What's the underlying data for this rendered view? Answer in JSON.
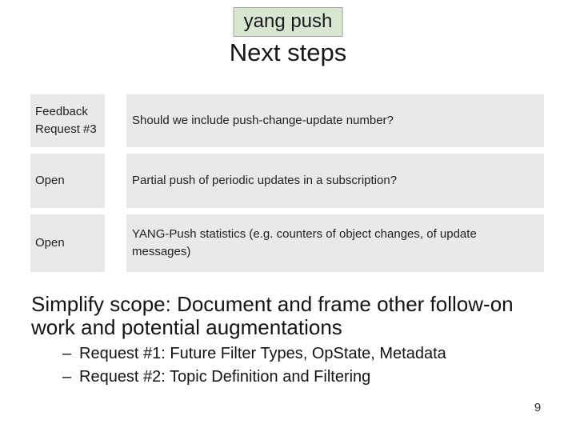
{
  "slide": {
    "header": {
      "tag_label": "yang push",
      "title": "Next steps"
    },
    "status_table": {
      "rows": [
        {
          "label": "Feedback Request #3",
          "description": "Should we include push-change-update number?"
        },
        {
          "label": "Open",
          "description": "Partial push of periodic updates in a subscription?"
        },
        {
          "label": "Open",
          "description": "YANG-Push statistics (e.g. counters of object changes, of update messages)"
        }
      ]
    },
    "scope": {
      "line1": "Simplify scope: Document and frame other follow-on",
      "line2": "work and potential augmentations"
    },
    "bullets": {
      "marker": "–",
      "items": [
        {
          "text": "Request #1: Future Filter Types, OpState, Metadata"
        },
        {
          "text": "Request #2: Topic Definition and Filtering"
        }
      ]
    },
    "page_number": "9",
    "colors": {
      "tag_bg": "#d9e7d2",
      "tag_border": "#a3a3a3",
      "cell_bg": "#e9e9e9",
      "text": "#1f1f1f"
    }
  }
}
